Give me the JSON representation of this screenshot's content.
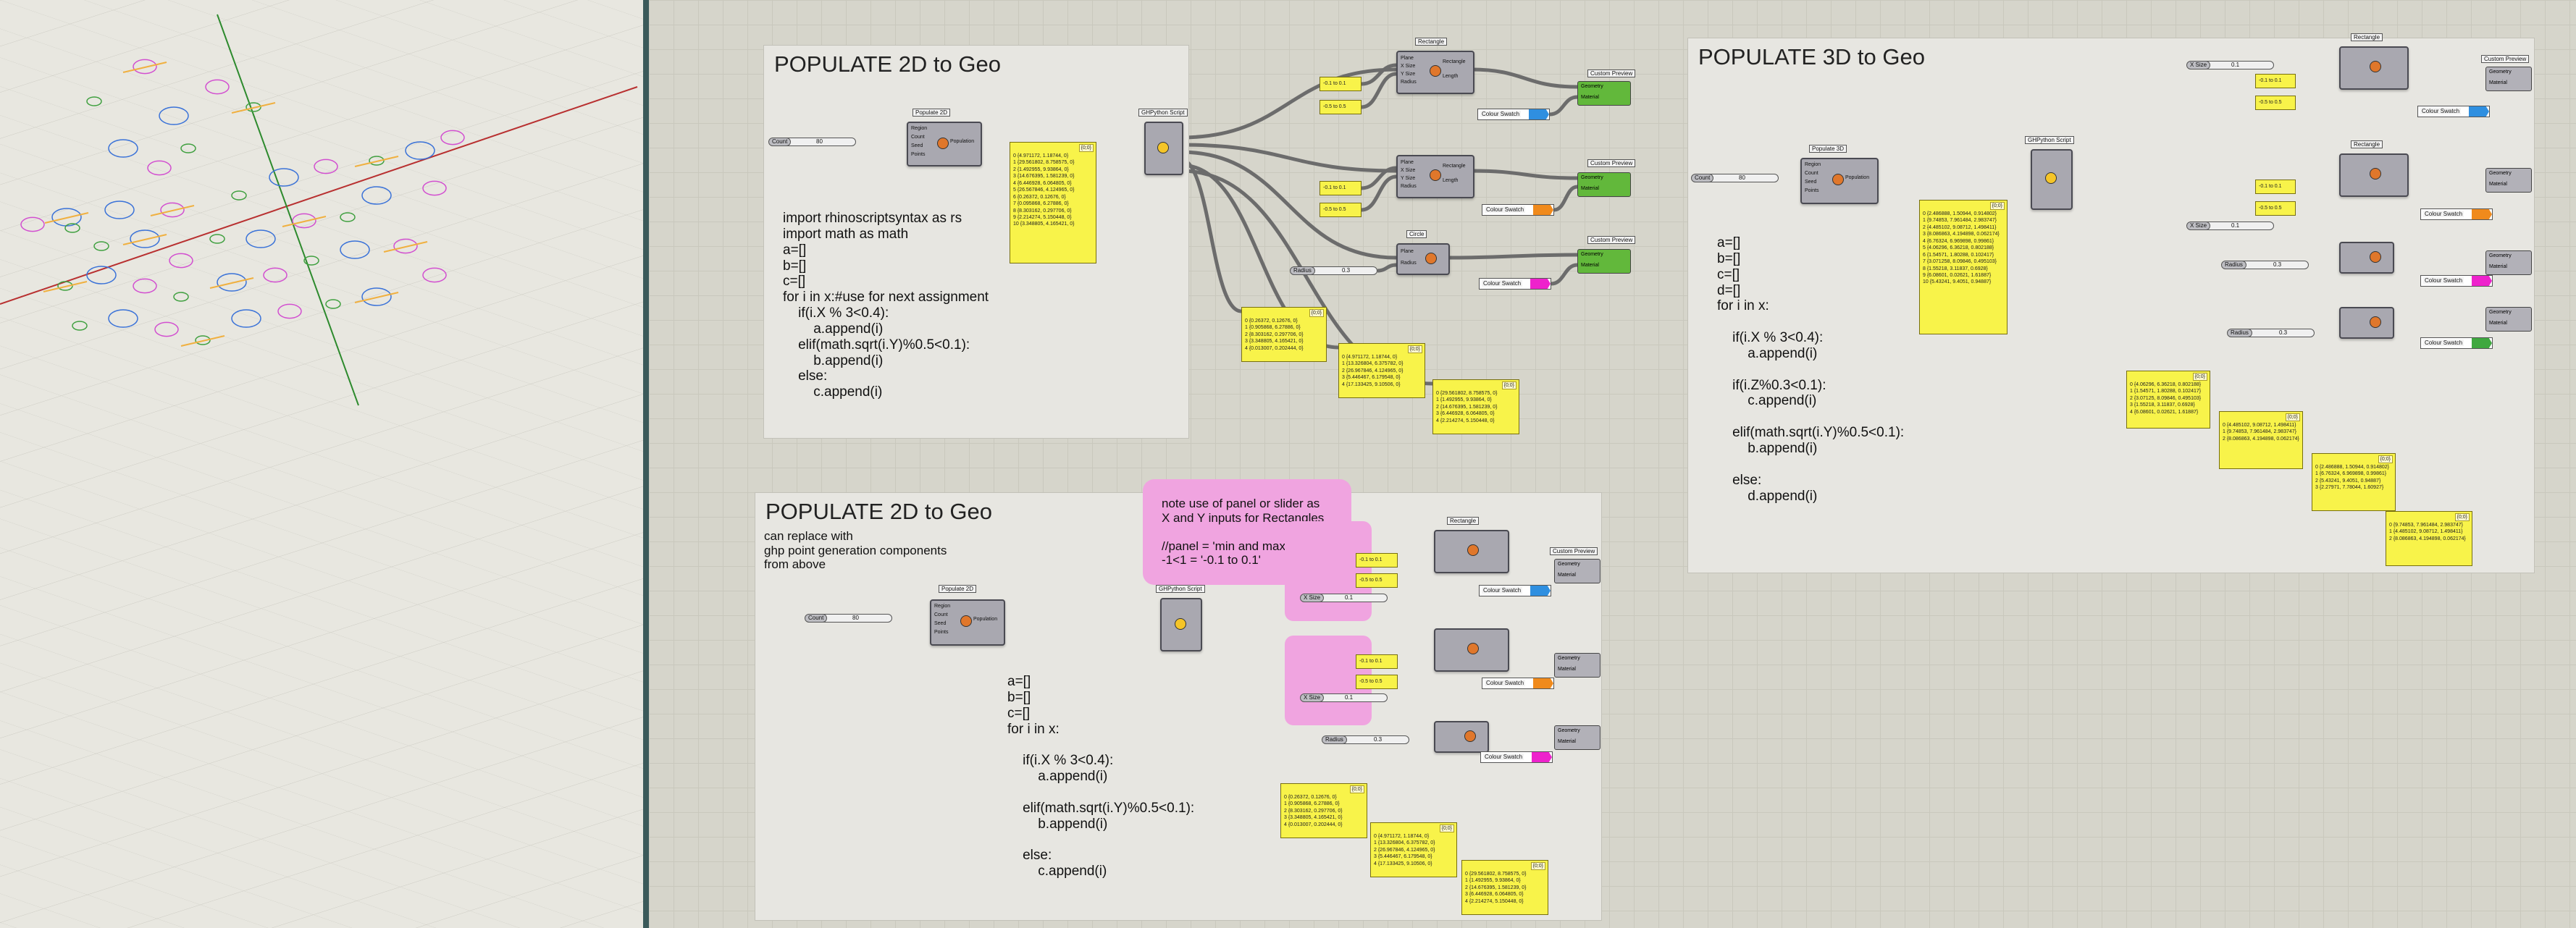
{
  "groups": [
    {
      "id": "g1",
      "title": "POPULATE 2D to Geo"
    },
    {
      "id": "g2",
      "title": "POPULATE 3D to Geo"
    },
    {
      "id": "g3",
      "title": "POPULATE 2D to Geo"
    }
  ],
  "code_notes": {
    "g1": "import rhinoscriptsyntax as rs\nimport math as math\na=[]\nb=[]\nc=[]\nfor i in x:#use for next assignment\n    if(i.X % 3<0.4):\n        a.append(i)\n    elif(math.sqrt(i.Y)%0.5<0.1):\n        b.append(i)\n    else:\n        c.append(i)",
    "g2": "a=[]\nb=[]\nc=[]\nd=[]\nfor i in x:\n\n    if(i.X % 3<0.4):\n        a.append(i)\n\n    if(i.Z%0.3<0.1):\n        c.append(i)\n\n    elif(math.sqrt(i.Y)%0.5<0.1):\n        b.append(i)\n\n    else:\n        d.append(i)",
    "g3_sub": "can replace with\nghp point generation components\nfrom above",
    "g3": "a=[]\nb=[]\nc=[]\nfor i in x:\n\n    if(i.X % 3<0.4):\n        a.append(i)\n\n    elif(math.sqrt(i.Y)%0.5<0.1):\n        b.append(i)\n\n    else:\n        c.append(i)",
    "pink": "note use of panel or slider as\nX and Y inputs for Rectangles\n\n//panel = 'min and max'\n-1<1 = '-0.1 to 0.1'"
  },
  "components": {
    "populate": "Populate 2D",
    "populate3d": "Populate 3D",
    "python": "GHPython Script",
    "rectangle": "Rectangle",
    "circle": "Circle",
    "preview": "Custom Preview",
    "colour": "Colour Swatch",
    "count_label": "Count",
    "count_value": "80",
    "region": "Region",
    "count_in": "Count",
    "seed": "Seed",
    "points_in": "Points",
    "pop_out": "Population",
    "plane": "Plane",
    "xsize": "X Size",
    "ysize": "Y Size",
    "radius": "Radius",
    "rect_out": "Rectangle",
    "length": "Length",
    "geometry": "Geometry",
    "material": "Material",
    "radius_label": "Radius",
    "radius_value": "0.3",
    "xsize_value": "0.1",
    "panel_r1": "-0.1 to 0.1",
    "panel_r2": "-0.5 to 0.5"
  },
  "panels": {
    "points_g1": [
      "0 {4.971172, 1.18744, 0}",
      "1 {29.561802, 8.758575, 0}",
      "2 {1.492955, 9.93864, 0}",
      "3 {14.676395, 1.581239, 0}",
      "4 {6.446928, 6.064805, 0}",
      "5 {26.567846, 4.124965, 0}",
      "6 {0.26372, 0.12676, 0}",
      "7 {0.095868, 6.27886, 0}",
      "8 {8.303162, 0.297706, 0}",
      "9 {2.214274, 5.150448, 0}",
      "10 {3.348805, 4.165421, 0}"
    ],
    "a_g1": [
      "0 {0.26372, 0.12676, 0}",
      "1 {0.905868, 6.27886, 0}",
      "2 {8.303162, 0.297706, 0}",
      "3 {3.348805, 4.165421, 0}",
      "4 {0.013007, 0.202444, 0}"
    ],
    "b_g1": [
      "0 {4.971172, 1.18744, 0}",
      "1 {13.326804, 6.375782, 0}",
      "2 {26.967846, 4.124965, 0}",
      "3 {5.446467, 6.179548, 0}",
      "4 {17.133425, 9.10506, 0}"
    ],
    "c_g1": [
      "0 {29.561802, 8.758575, 0}",
      "1 {1.492955, 9.93864, 0}",
      "2 {14.676395, 1.581239, 0}",
      "3 {6.446928, 6.064805, 0}",
      "4 {2.214274, 5.150448, 0}"
    ],
    "points_g2": [
      "0 {2.486888, 1.50944, 0.914802}",
      "1 {9.74853, 7.961484, 2.983747}",
      "2 {4.485102, 9.08712, 1.498411}",
      "3 {8.086863, 4.194898, 0.062174}",
      "4 {6.76324, 6.969898, 0.99861}",
      "5 {4.06296, 6.36218, 0.802188}",
      "6 {1.54571, 1.80288, 0.102417}",
      "7 {3.071258, 8.09846, 0.495103}",
      "8 {1.55218, 3.11837, 0.6928}",
      "9 {6.08601, 0.02621, 1.61887}",
      "10 {5.43241, 9.4051, 0.94887}"
    ],
    "a_g2": [
      "0 {4.06296, 6.36218, 0.802188}",
      "1 {1.54571, 1.80288, 0.102417}",
      "2 {3.07125, 8.09846, 0.495103}",
      "3 {1.55218, 3.11837, 0.6928}",
      "4 {6.08601, 0.02621, 1.61887}"
    ],
    "b_g2": [
      "0 {4.485102, 9.08712, 1.498411}",
      "1 {9.74853, 7.961484, 2.983747}",
      "2 {8.086863, 4.194898, 0.062174}"
    ],
    "c_g2": [
      "0 {2.486888, 1.50944, 0.914802}",
      "1 {6.76324, 6.969898, 0.99861}",
      "2 {5.43241, 9.4051, 0.94887}",
      "3 {2.27971, 7.78044, 1.60927}"
    ],
    "d_g2": [
      "0 {9.74853, 7.961484, 2.983747}",
      "1 {4.485102, 9.08712, 1.498411}",
      "2 {8.086863, 4.194898, 0.062174}"
    ],
    "a_g3": [
      "0 {0.26372, 0.12676, 0}",
      "1 {0.905868, 6.27886, 0}",
      "2 {8.303162, 0.297706, 0}",
      "3 {3.348805, 4.165421, 0}",
      "4 {0.013007, 0.202444, 0}"
    ],
    "b_g3": [
      "0 {4.971172, 1.18744, 0}",
      "1 {13.326804, 6.375782, 0}",
      "2 {26.967846, 4.124965, 0}",
      "3 {5.446467, 6.179548, 0}",
      "4 {17.133425, 9.10506, 0}"
    ],
    "c_g3": [
      "0 {29.561802, 8.758575, 0}",
      "1 {1.492955, 9.93864, 0}",
      "2 {14.676395, 1.581239, 0}",
      "3 {6.446928, 6.064805, 0}",
      "4 {2.214274, 5.150448, 0}"
    ]
  },
  "colors": {
    "blue": "#2f8fe0",
    "orange": "#f08a1c",
    "magenta": "#ee22cc",
    "green": "#3fa83f"
  }
}
